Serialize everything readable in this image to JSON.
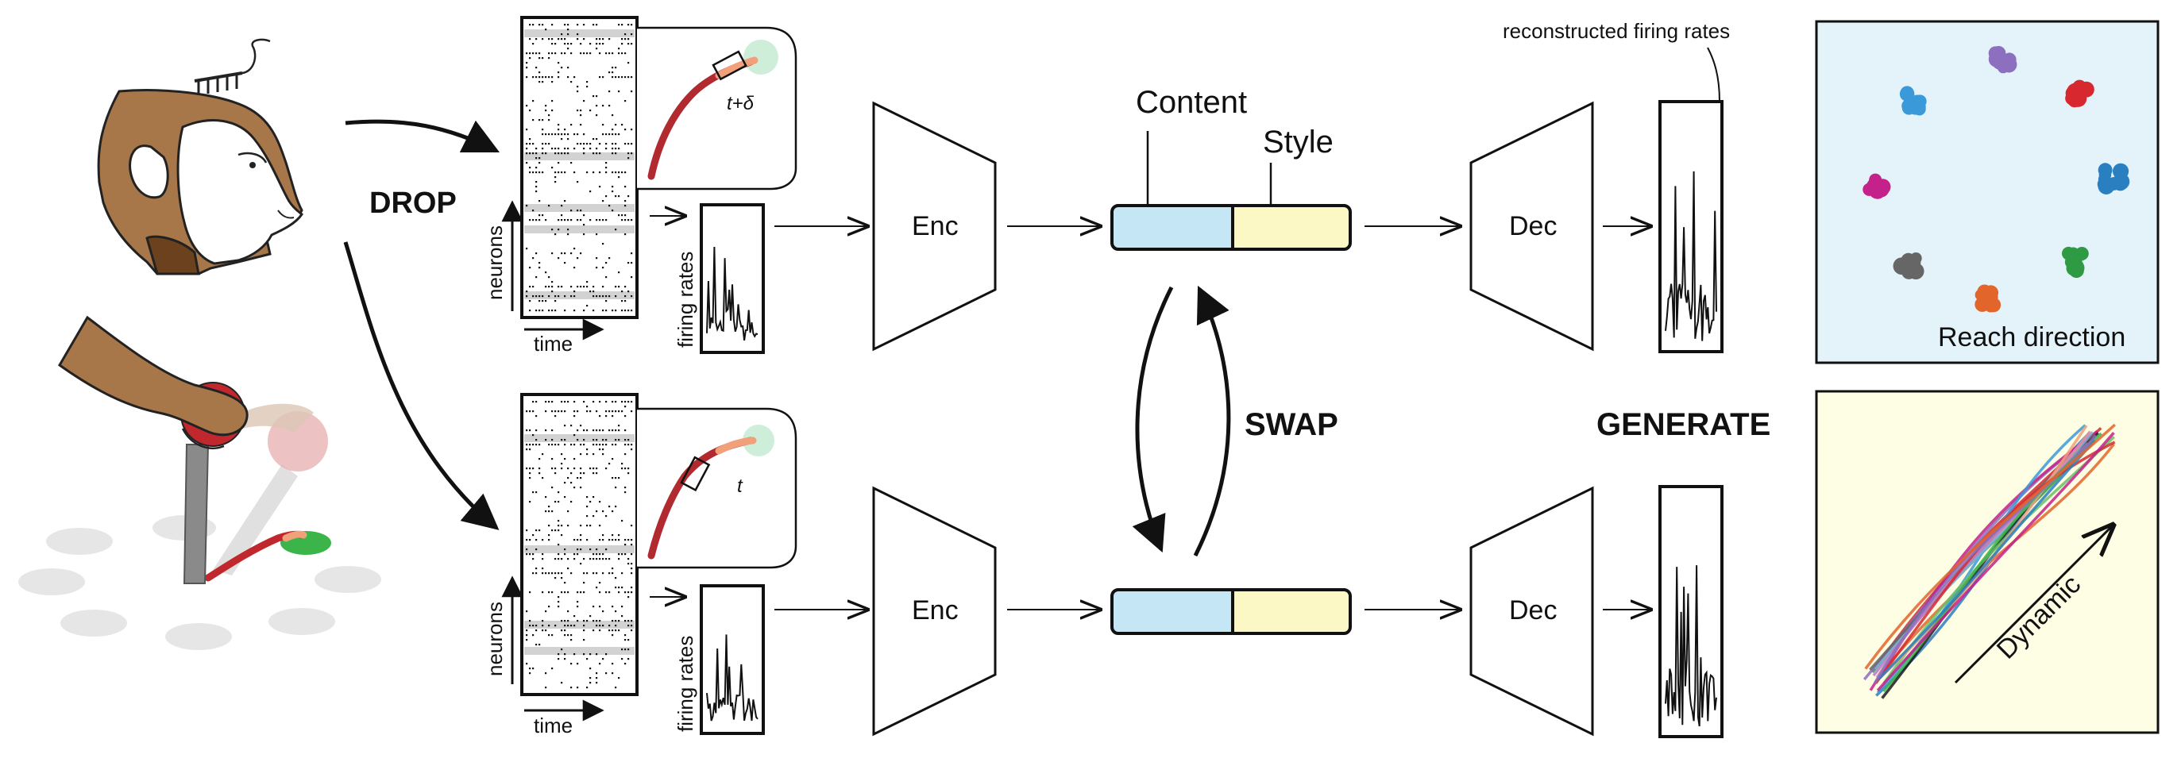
{
  "labels": {
    "drop": "DROP",
    "swap": "SWAP",
    "generate": "GENERATE",
    "enc": "Enc",
    "dec": "Dec",
    "content": "Content",
    "style": "Style",
    "neurons": "neurons",
    "time": "time",
    "firing_rates": "firing rates",
    "reconstructed": "reconstructed firing rates",
    "t_delta": "t+δ",
    "t": "t",
    "reach_direction": "Reach direction",
    "dynamic": "Dynamic"
  },
  "colors": {
    "content": "#c4e6f5",
    "style": "#fbf8c6",
    "panel_top": "#e4f3f9",
    "panel_bottom": "#fefee4",
    "monkey_fur": "#a7774a",
    "arm": "#c0282e",
    "target": "#3bb44a"
  },
  "reach_clusters": [
    {
      "direction": "N",
      "color": "#8c6fbf"
    },
    {
      "direction": "NE",
      "color": "#d7282f"
    },
    {
      "direction": "E",
      "color": "#2a7fc0"
    },
    {
      "direction": "SE",
      "color": "#2e9a44"
    },
    {
      "direction": "S",
      "color": "#e2652c"
    },
    {
      "direction": "SW",
      "color": "#666666"
    },
    {
      "direction": "W",
      "color": "#c4218a"
    },
    {
      "direction": "NW",
      "color": "#3a9ad9"
    }
  ]
}
